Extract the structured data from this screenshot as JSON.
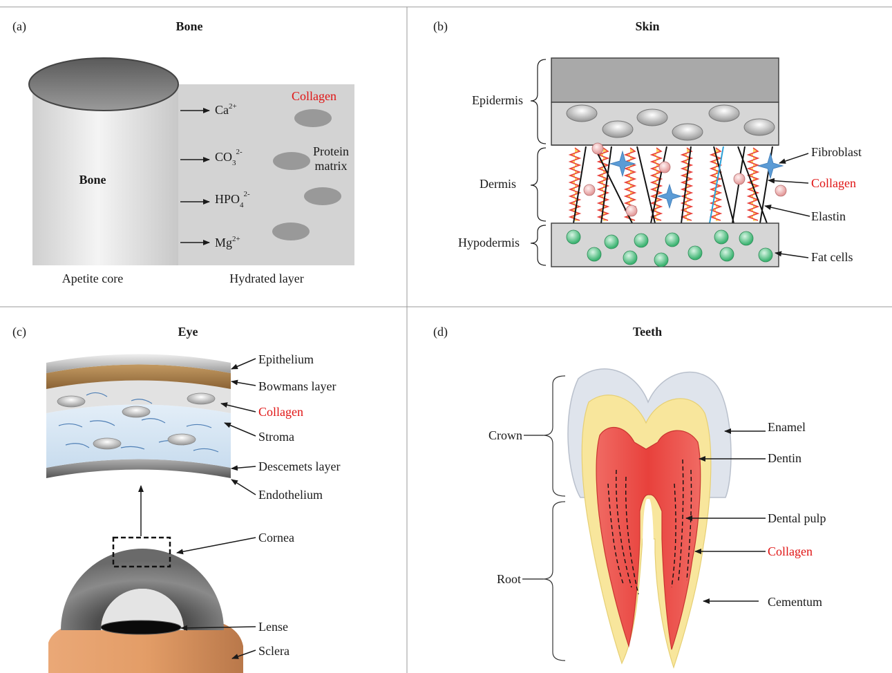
{
  "panel_a": {
    "tag": "(a)",
    "title": "Bone",
    "core_label": "Bone",
    "collagen": "Collagen",
    "ions": {
      "ca": "Ca",
      "ca_sup": "2+",
      "co": "CO",
      "co_sub": "3",
      "co_sup": "2-",
      "hpo": "HPO",
      "hpo_sub": "4",
      "hpo_sup": "2-",
      "mg": "Mg",
      "mg_sup": "2+"
    },
    "protein_line1": "Protein",
    "protein_line2": "matrix",
    "caption_left": "Apetite core",
    "caption_right": "Hydrated layer"
  },
  "panel_b": {
    "tag": "(b)",
    "title": "Skin",
    "epidermis": "Epidermis",
    "dermis": "Dermis",
    "hypodermis": "Hypodermis",
    "fibroblast": "Fibroblast",
    "collagen": "Collagen",
    "elastin": "Elastin",
    "fat_cells": "Fat cells"
  },
  "panel_c": {
    "tag": "(c)",
    "title": "Eye",
    "epithelium": "Epithelium",
    "bowmans": "Bowmans layer",
    "collagen": "Collagen",
    "stroma": "Stroma",
    "descemets": "Descemets layer",
    "endothelium": "Endothelium",
    "cornea": "Cornea",
    "lense": "Lense",
    "sclera": "Sclera"
  },
  "panel_d": {
    "tag": "(d)",
    "title": "Teeth",
    "crown": "Crown",
    "root": "Root",
    "enamel": "Enamel",
    "dentin": "Dentin",
    "dental_pulp": "Dental pulp",
    "collagen": "Collagen",
    "cementum": "Cementum"
  },
  "colors": {
    "collagen_label": "#e01414",
    "grey_panel": "#d3d3d3",
    "fibroblast": "#5b9bd5",
    "fat_cell": "#3cb371",
    "dentin": "#f8e69c",
    "pulp": "#e8413c",
    "sclera": "#e3a06b"
  }
}
